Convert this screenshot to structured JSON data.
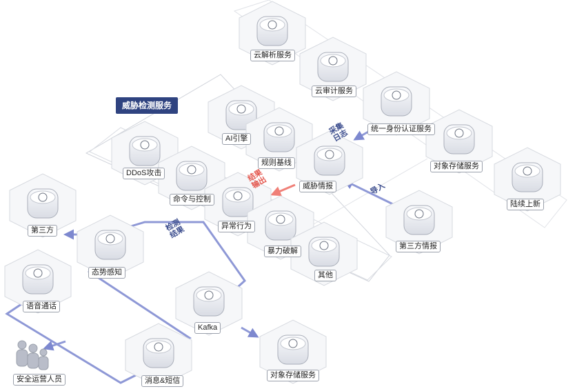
{
  "title": "威胁检测服务",
  "nodes": {
    "dns": "云解析服务",
    "audit": "云审计服务",
    "iam": "统一身份认证服务",
    "obs_top": "对象存储服务",
    "more": "陆续上新",
    "ai": "AI引擎",
    "rules": "规则基线",
    "intel": "威胁情报",
    "ddos": "DDoS攻击",
    "c2": "命令与控制",
    "anomaly": "异常行为",
    "brute": "暴力破解",
    "other": "其他",
    "third_intel": "第三方情报",
    "third": "第三方",
    "situation": "态势感知",
    "kafka": "Kafka",
    "voice": "语音通话",
    "msg": "消息&短信",
    "people": "安全运营人员",
    "obs_bottom": "对象存储服务"
  },
  "flows": {
    "collect_a": "采集",
    "collect_b": "日志",
    "import": "导入",
    "output_a": "结果",
    "output_b": "输出",
    "detect_a": "检测",
    "detect_b": "结果"
  },
  "colors": {
    "accent": "#2f4380",
    "line": "#8e98d6",
    "red": "#f08078"
  }
}
